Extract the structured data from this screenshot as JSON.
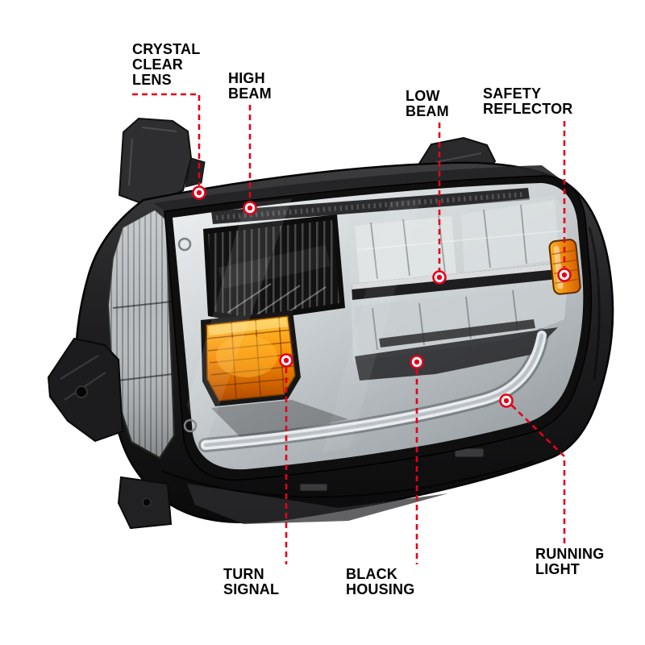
{
  "diagram": {
    "accent_color": "#e50019",
    "colors": {
      "housing_black": "#161618",
      "lens_gray": "#ccd1d4",
      "amber": "#f68b00",
      "callout_red": "#e50019"
    },
    "callouts": [
      {
        "id": "crystal-clear-lens",
        "lines": [
          "CRYSTAL",
          "CLEAR",
          "LENS"
        ]
      },
      {
        "id": "high-beam",
        "lines": [
          "HIGH",
          "BEAM"
        ]
      },
      {
        "id": "low-beam",
        "lines": [
          "LOW",
          "BEAM"
        ]
      },
      {
        "id": "safety-reflector",
        "lines": [
          "SAFETY",
          "REFLECTOR"
        ]
      },
      {
        "id": "turn-signal",
        "lines": [
          "TURN",
          "SIGNAL"
        ]
      },
      {
        "id": "black-housing",
        "lines": [
          "BLACK",
          "HOUSING"
        ]
      },
      {
        "id": "running-light",
        "lines": [
          "RUNNING",
          "LIGHT"
        ]
      }
    ]
  }
}
